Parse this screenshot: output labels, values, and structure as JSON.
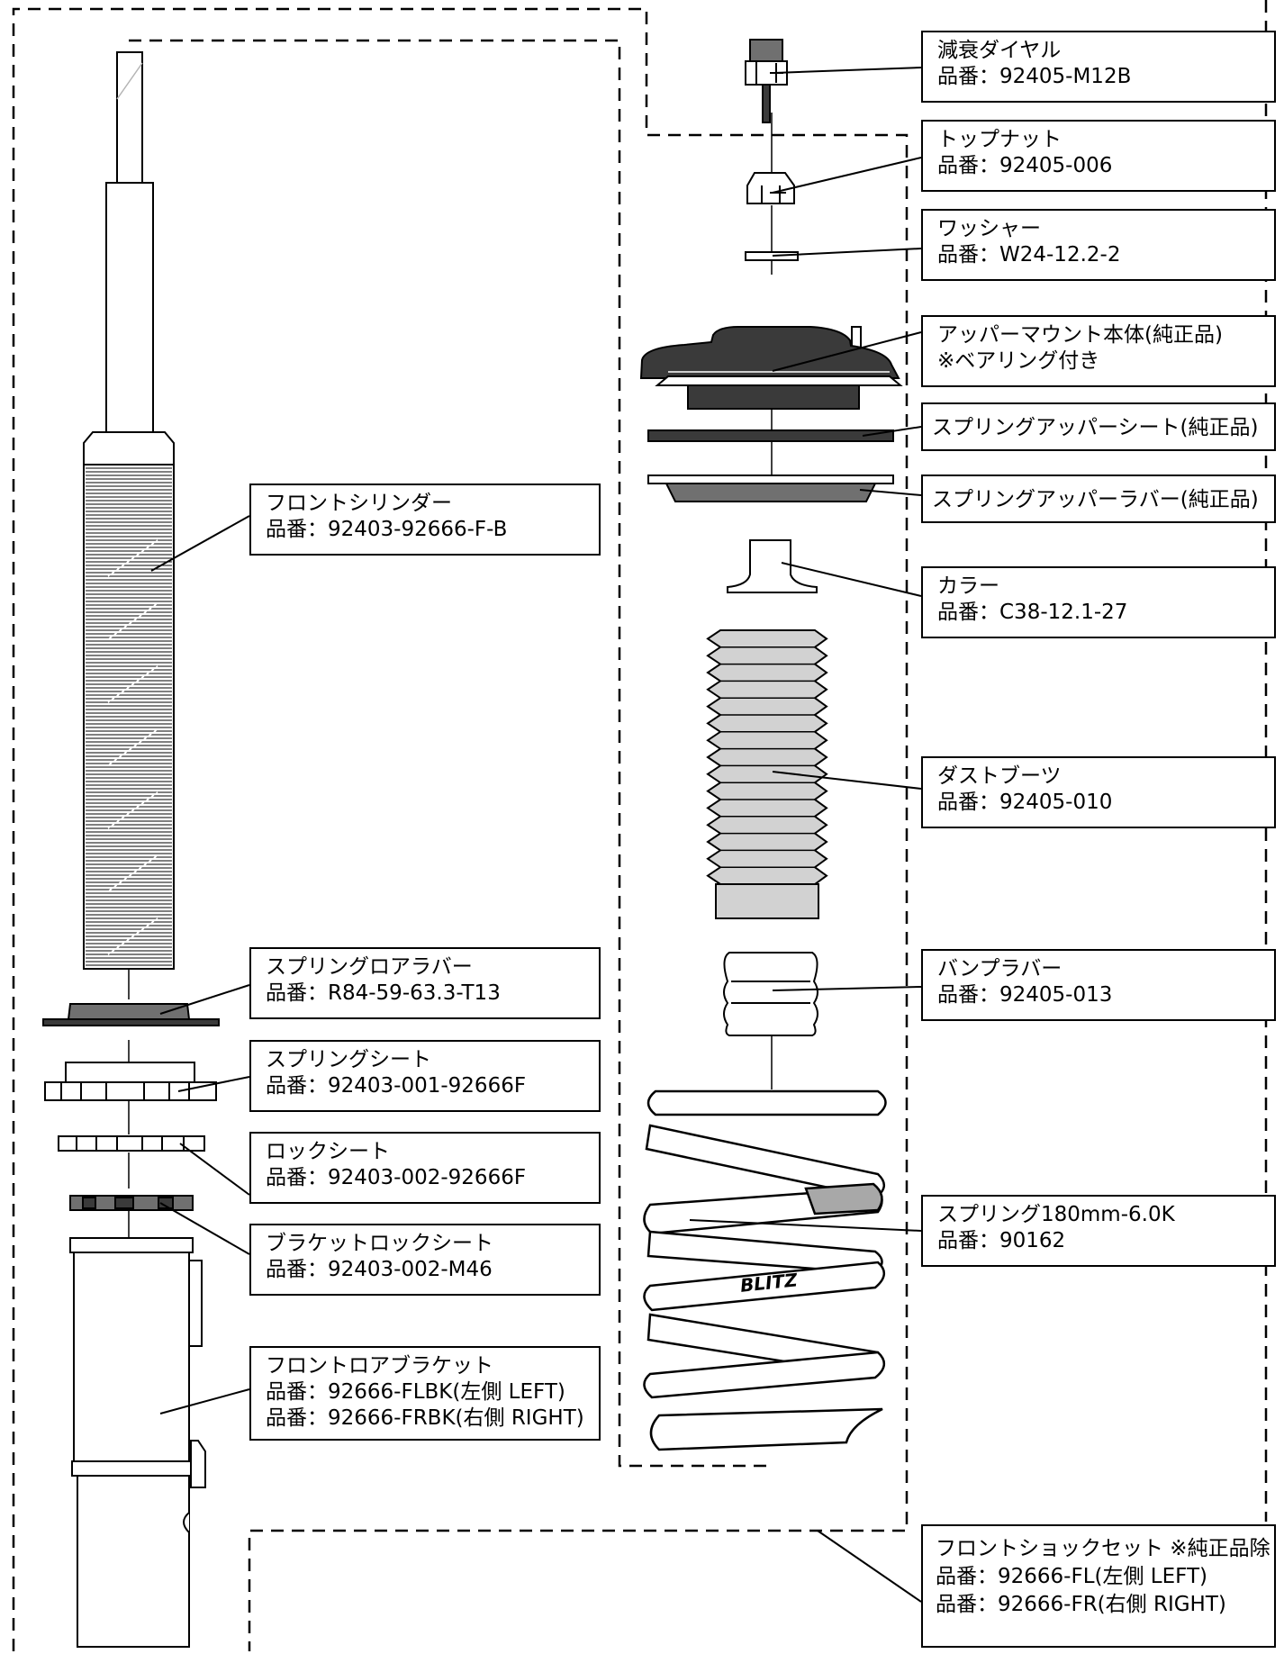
{
  "labels": {
    "damping_dial": {
      "name": "減衰ダイヤル",
      "part": "品番：92405-M12B"
    },
    "top_nut": {
      "name": "トップナット",
      "part": "品番：92405-006"
    },
    "washer": {
      "name": "ワッシャー",
      "part": "品番：W24-12.2-2"
    },
    "upper_mount": {
      "name": "アッパーマウント本体(純正品)",
      "note": "※ベアリング付き"
    },
    "spring_upper_seat": {
      "name": "スプリングアッパーシート(純正品)"
    },
    "spring_upper_rubber": {
      "name": "スプリングアッパーラバー(純正品)"
    },
    "collar": {
      "name": "カラー",
      "part": "品番：C38-12.1-27"
    },
    "dust_boot": {
      "name": "ダストブーツ",
      "part": "品番：92405-010"
    },
    "bump_rubber": {
      "name": "バンプラバー",
      "part": "品番：92405-013"
    },
    "spring": {
      "name": "スプリング180mm-6.0K",
      "part": "品番：90162"
    },
    "front_cylinder": {
      "name": "フロントシリンダー",
      "part": "品番：92403-92666-F-B"
    },
    "spring_lower_rubber": {
      "name": "スプリングロアラバー",
      "part": "品番：R84-59-63.3-T13"
    },
    "spring_seat": {
      "name": "スプリングシート",
      "part": "品番：92403-001-92666F"
    },
    "lock_seat": {
      "name": "ロックシート",
      "part": "品番：92403-002-92666F"
    },
    "bracket_lock_seat": {
      "name": "ブラケットロックシート",
      "part": "品番：92403-002-M46"
    },
    "front_lower_bracket": {
      "name": "フロントロアブラケット",
      "part_left": "品番：92666-FLBK(左側 LEFT)",
      "part_right": "品番：92666-FRBK(右側 RIGHT)"
    },
    "front_shock_set": {
      "name": "フロントショックセット ※純正品除く",
      "part_left": "品番：92666-FL(左側 LEFT)",
      "part_right": "品番：92666-FR(右側 RIGHT)"
    }
  },
  "spring_logo": "BLITZ",
  "colors": {
    "line": "#000000",
    "dark_part": "#3a3a3a",
    "mid_part": "#707070",
    "light_part": "#b4b4b4",
    "boot": "#d2d2d2",
    "spring": "#ffffff"
  }
}
